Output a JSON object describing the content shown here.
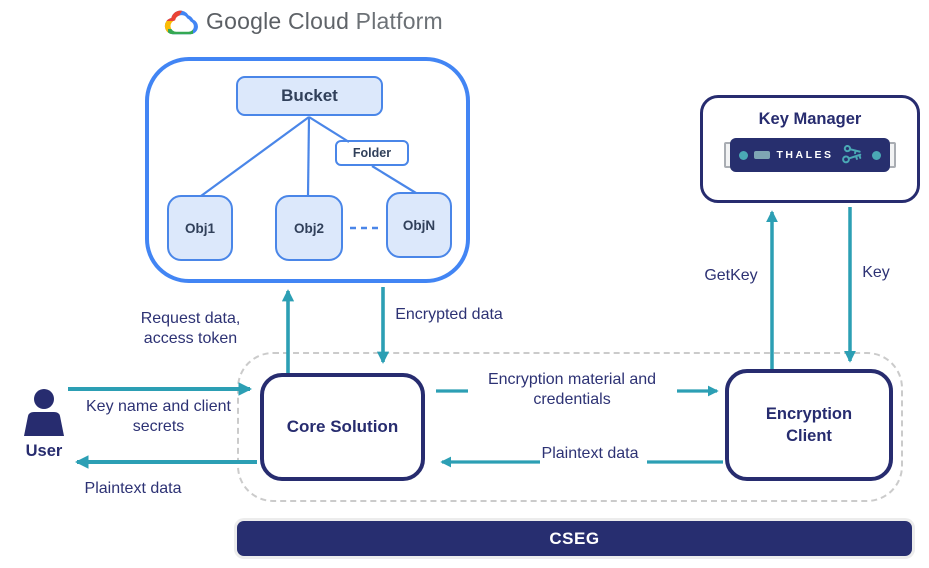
{
  "logo": {
    "google": "Google",
    "cloud": "Cloud",
    "platform": "Platform"
  },
  "gcp": {
    "bucket_label": "Bucket",
    "folder_label": "Folder",
    "objects": [
      "Obj1",
      "Obj2",
      "ObjN"
    ]
  },
  "key_manager": {
    "title": "Key Manager",
    "brand": "THALES"
  },
  "core": {
    "label": "Core Solution"
  },
  "encryption_client": {
    "label": "Encryption Client"
  },
  "user": {
    "label": "User"
  },
  "cseg": {
    "label": "CSEG"
  },
  "flows": {
    "request_data": "Request data, access token",
    "encrypted_data": "Encrypted data",
    "key_name_secrets": "Key name and client secrets",
    "plaintext_user": "Plaintext data",
    "encryption_material": "Encryption material and credentials",
    "plaintext_mid": "Plaintext data",
    "getkey": "GetKey",
    "key": "Key"
  },
  "colors": {
    "gcp_blue": "#4285f4",
    "box_blue_border": "#4a86e8",
    "box_blue_fill": "#dce8fb",
    "navy": "#272c6f",
    "teal_arrow": "#2c9fb4",
    "thales_teal": "#4aa9b5",
    "dashed_gray": "#cbcbcb",
    "logo_gray": "#5f6368"
  }
}
